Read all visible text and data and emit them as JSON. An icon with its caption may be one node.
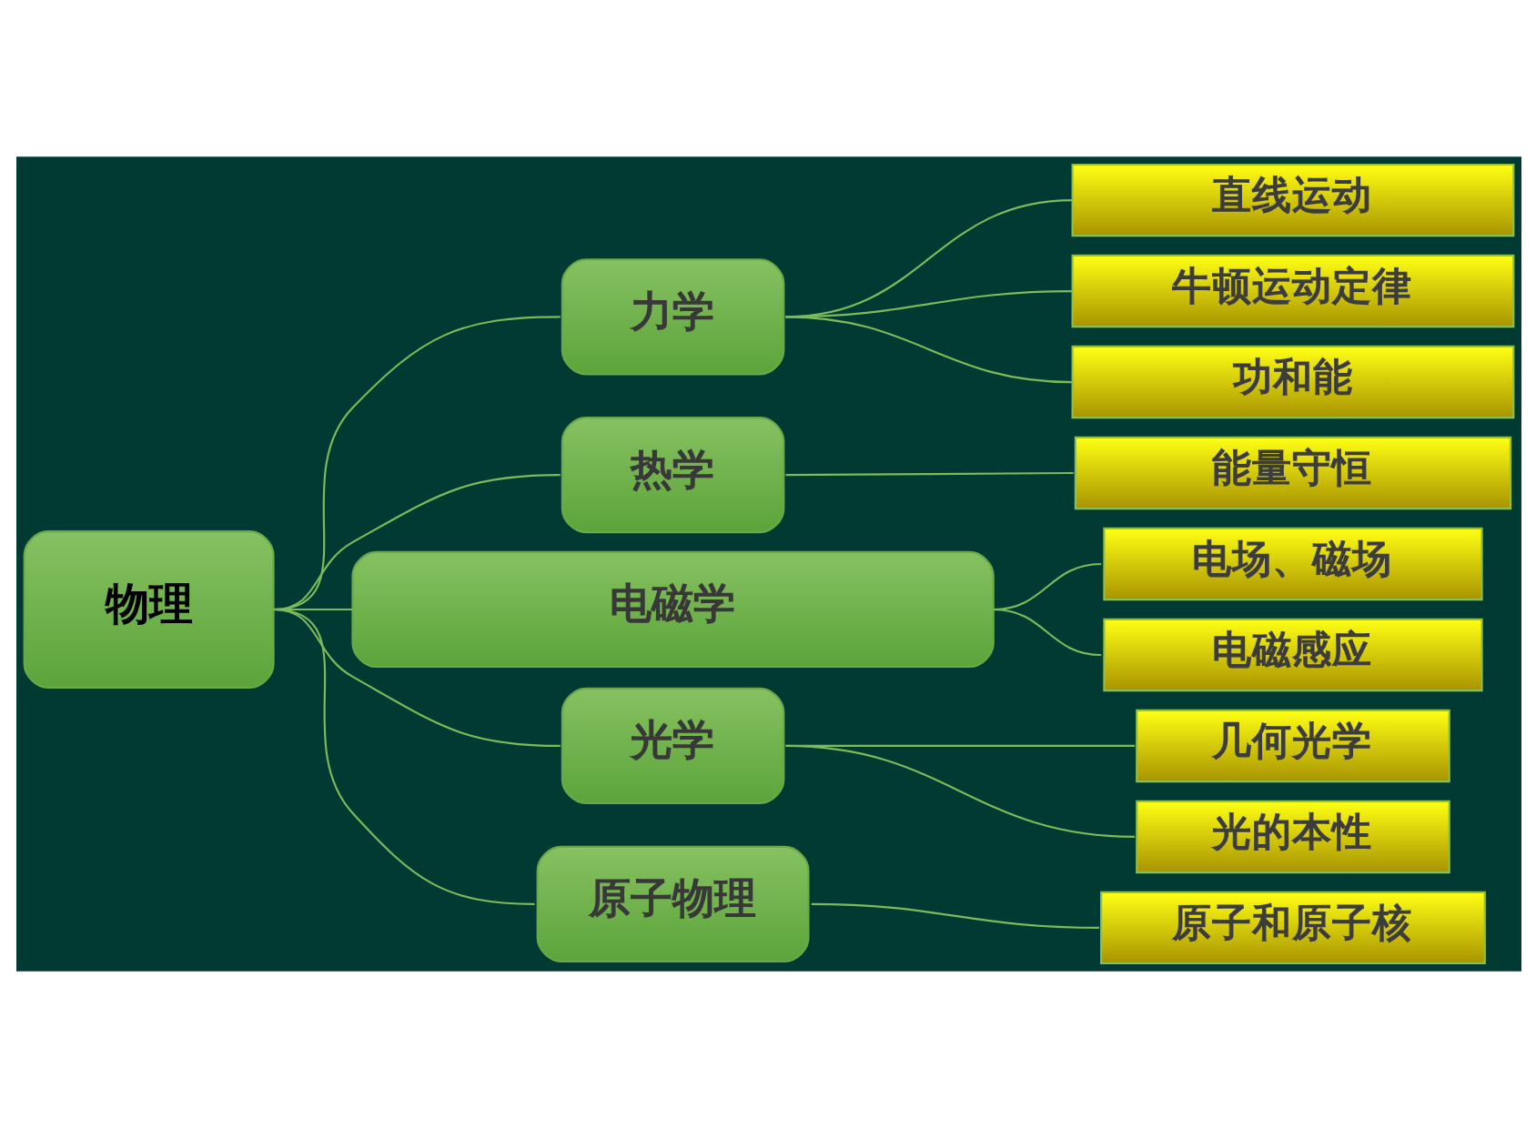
{
  "diagram": {
    "nodes": [
      {
        "text": [
          "物理"
        ]
      },
      {
        "text": [
          "力学"
        ]
      },
      {
        "text": [
          "直线运动"
        ]
      },
      {
        "text": [
          "牛顿运动定律"
        ]
      },
      {
        "text": [
          "功和能"
        ]
      },
      {
        "text": [
          "热学"
        ]
      },
      {
        "text": [
          "能量守恒"
        ]
      },
      {
        "text": [
          "电磁学"
        ]
      },
      {
        "text": [
          "电场、磁场"
        ]
      },
      {
        "text": [
          "电磁感应"
        ]
      },
      {
        "text": [
          "光学"
        ]
      },
      {
        "text": [
          "几何光学"
        ]
      },
      {
        "text": [
          "光的本性"
        ]
      },
      {
        "text": [
          "原子物理"
        ]
      },
      {
        "text": [
          "原子和原子核"
        ]
      }
    ],
    "edges": [
      {
        "from": 0,
        "to": 1,
        "arrow": "none"
      },
      {
        "from": 1,
        "to": 2,
        "arrow": "none"
      },
      {
        "from": 1,
        "to": 3,
        "arrow": "none"
      },
      {
        "from": 1,
        "to": 4,
        "arrow": "none"
      },
      {
        "from": 0,
        "to": 5,
        "arrow": "none"
      },
      {
        "from": 5,
        "to": 6,
        "arrow": "none"
      },
      {
        "from": 0,
        "to": 7,
        "arrow": "none"
      },
      {
        "from": 7,
        "to": 8,
        "arrow": "none"
      },
      {
        "from": 7,
        "to": 9,
        "arrow": "none"
      },
      {
        "from": 0,
        "to": 10,
        "arrow": "none"
      },
      {
        "from": 10,
        "to": 11,
        "arrow": "none"
      },
      {
        "from": 10,
        "to": 12,
        "arrow": "none"
      },
      {
        "from": 0,
        "to": 13,
        "arrow": "none"
      },
      {
        "from": 13,
        "to": 14,
        "arrow": "none"
      }
    ]
  }
}
